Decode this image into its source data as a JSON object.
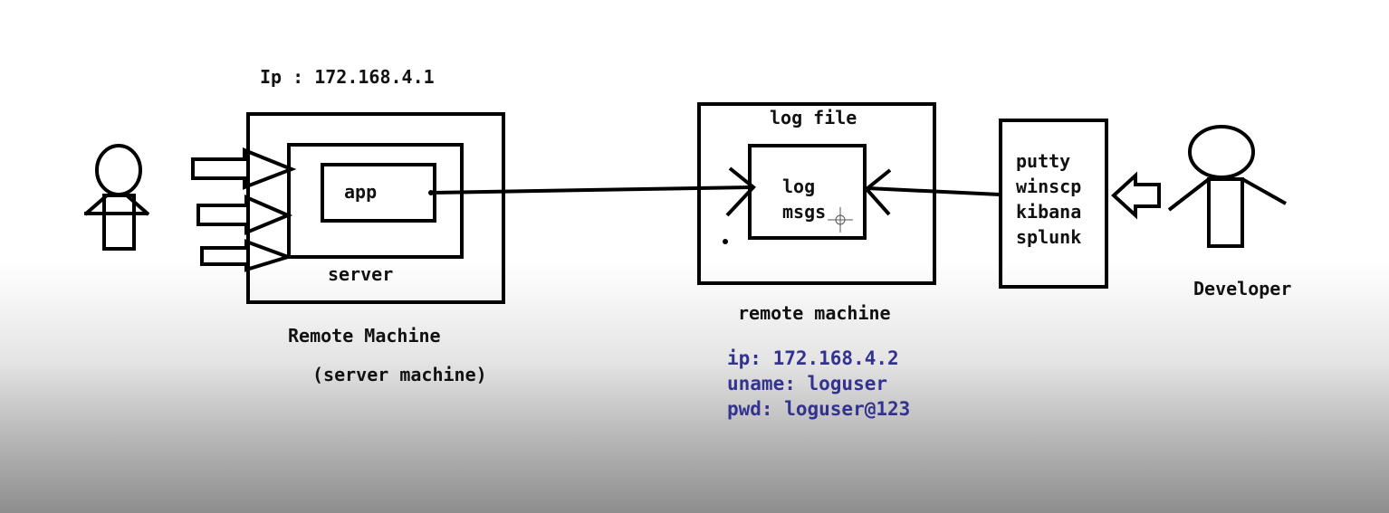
{
  "server_side": {
    "ip_label": "Ip : 172.168.4.1",
    "app_label": "app",
    "server_label": "server",
    "machine_label": "Remote Machine",
    "machine_sublabel": "(server machine)"
  },
  "log_side": {
    "title": "log file",
    "log_line1": "log",
    "log_line2": "msgs",
    "machine_label": "remote machine",
    "ip": "ip: 172.168.4.2",
    "uname": "uname: loguser",
    "pwd": "pwd: loguser@123"
  },
  "tools": {
    "items": [
      "putty",
      "winscp",
      "kibana",
      "splunk"
    ]
  },
  "developer": {
    "label": "Developer"
  },
  "colors": {
    "stroke": "#000000",
    "text": "#111111",
    "credentials": "#33338f"
  }
}
